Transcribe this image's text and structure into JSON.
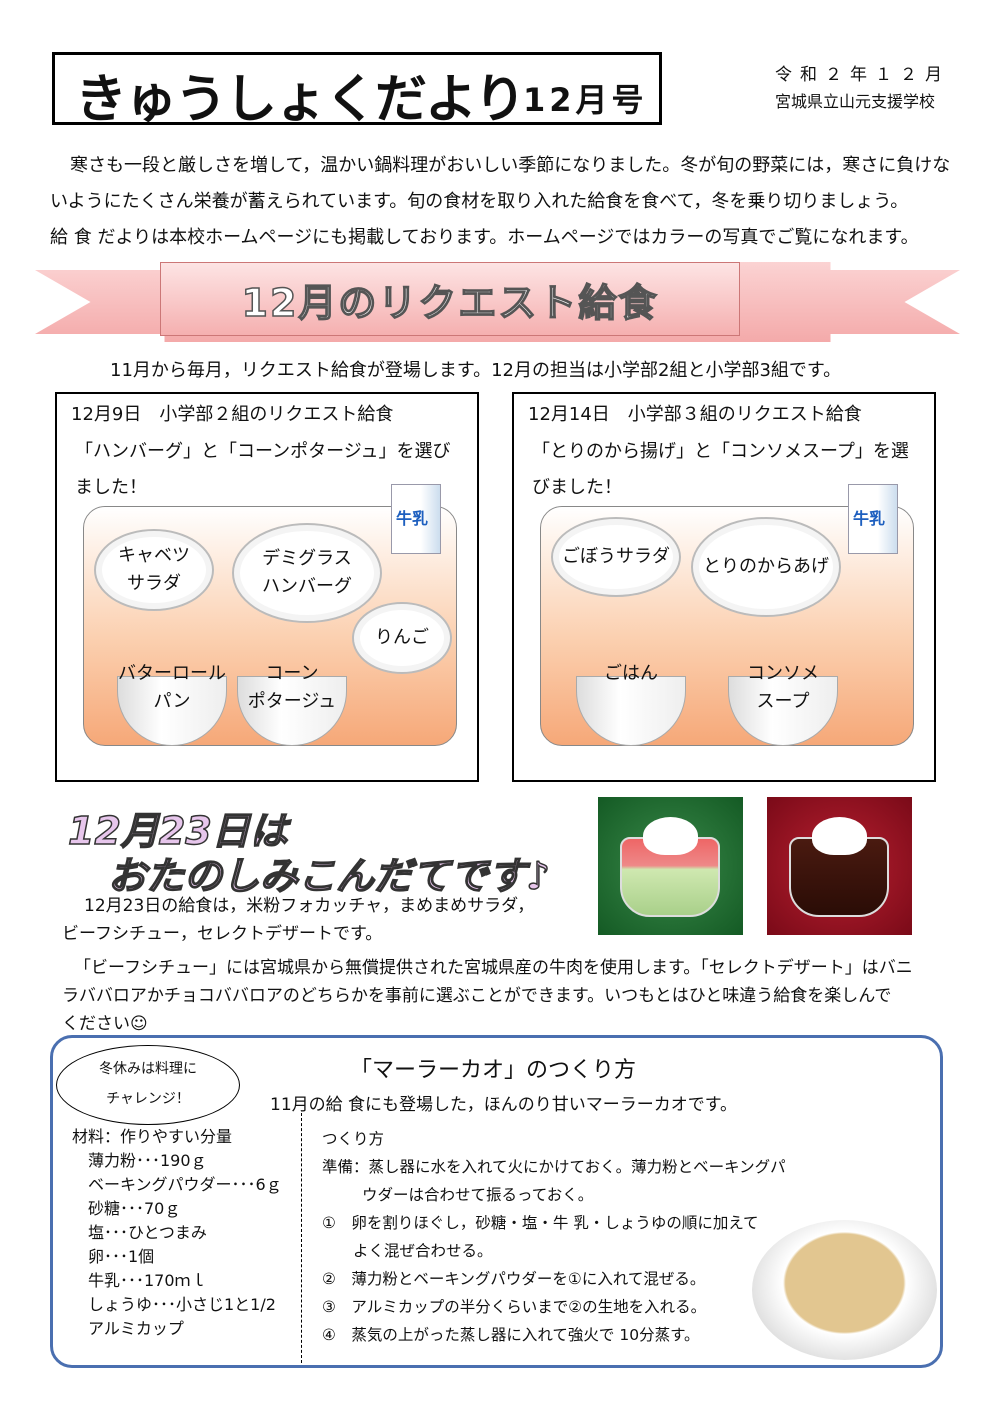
{
  "header": {
    "title": "きゅうしょくだより",
    "issue": "12月号",
    "date": "令和２年１２月",
    "school": "宮城県立山元支援学校"
  },
  "intro": [
    "寒さも一段と厳しさを増して，温かい鍋料理がおいしい季節になりました。冬が旬の野菜には，寒さに負けな",
    "いようにたくさん栄養が蓄えられています。旬の食材を取り入れた給食を食べて，冬を乗り切りましょう。",
    "給 食 だよりは本校ホームページにも掲載しております。ホームページではカラーの写真でご覧になれます。"
  ],
  "banner": {
    "title": "12月のリクエスト給食"
  },
  "request_line": "11月から毎月，リクエスト給食が登場します。12月の担当は小学部2組と小学部3組です。",
  "cards": [
    {
      "heading": "12月9日　小学部２組のリクエスト給食",
      "desc": "「ハンバーグ」と「コーンポタージュ」を選びました！",
      "milk": "牛乳",
      "plates": [
        "キャベツ\nサラダ",
        "デミグラス\nハンバーグ",
        "りんご"
      ],
      "bowls": [
        "バターロール\nパン",
        "コーン\nポタージュ"
      ]
    },
    {
      "heading": "12月14日　小学部３組のリクエスト給食",
      "desc": "「とりのから揚げ」と「コンソメスープ」を選びました！",
      "milk": "牛乳",
      "plates": [
        "ごぼうサラダ",
        "とりのからあげ"
      ],
      "bowls": [
        "ごはん",
        "コンソメ\nスープ"
      ]
    }
  ],
  "special": {
    "title1": "12月23日は",
    "title2": "おたのしみこんだてです♪",
    "lines": [
      "12月23日の給食は，米粉フォカッチャ，まめまめサラダ，",
      "ビーフシチュー，セレクトデザートです。",
      "「ビーフシチュー」には宮城県から無償提供された宮城県産の牛肉を使用します。「セレクトデザート」はバニ",
      "ラババロアかチョコババロアのどちらかを事前に選ぶことができます。いつもとはひと味違う給食を楽しんで",
      "ください☺"
    ]
  },
  "recipe": {
    "bubble": [
      "冬休みは料理に",
      "チャレンジ！"
    ],
    "title": "「マーラーカオ」のつくり方",
    "subtitle": "11月の給 食にも登場した，ほんのり甘いマーラーカオです。",
    "ingredients_title": "材料：作りやすい分量",
    "ingredients": [
      "薄力粉･･･190ｇ",
      "ベーキングパウダー･･･6ｇ",
      "砂糖･･･70ｇ",
      "塩･･･ひとつまみ",
      "卵･･･1個",
      "牛乳･･･170ｍｌ",
      "しょうゆ･･･小さじ1と1/2",
      "アルミカップ"
    ],
    "steps_title": "つくり方",
    "prep": "準備：蒸し器に水を入れて火にかけておく。薄力粉とベーキングパ",
    "prep2": "ウダーは合わせて振るっておく。",
    "steps": [
      "①　卵を割りほぐし，砂糖・塩・牛 乳・しょうゆの順に加えて",
      "　　よく混ぜ合わせる。",
      "②　薄力粉とベーキングパウダーを①に入れて混ぜる。",
      "③　アルミカップの半分くらいまで②の生地を入れる。",
      "④　蒸気の上がった蒸し器に入れて強火で 10分蒸す。"
    ]
  }
}
